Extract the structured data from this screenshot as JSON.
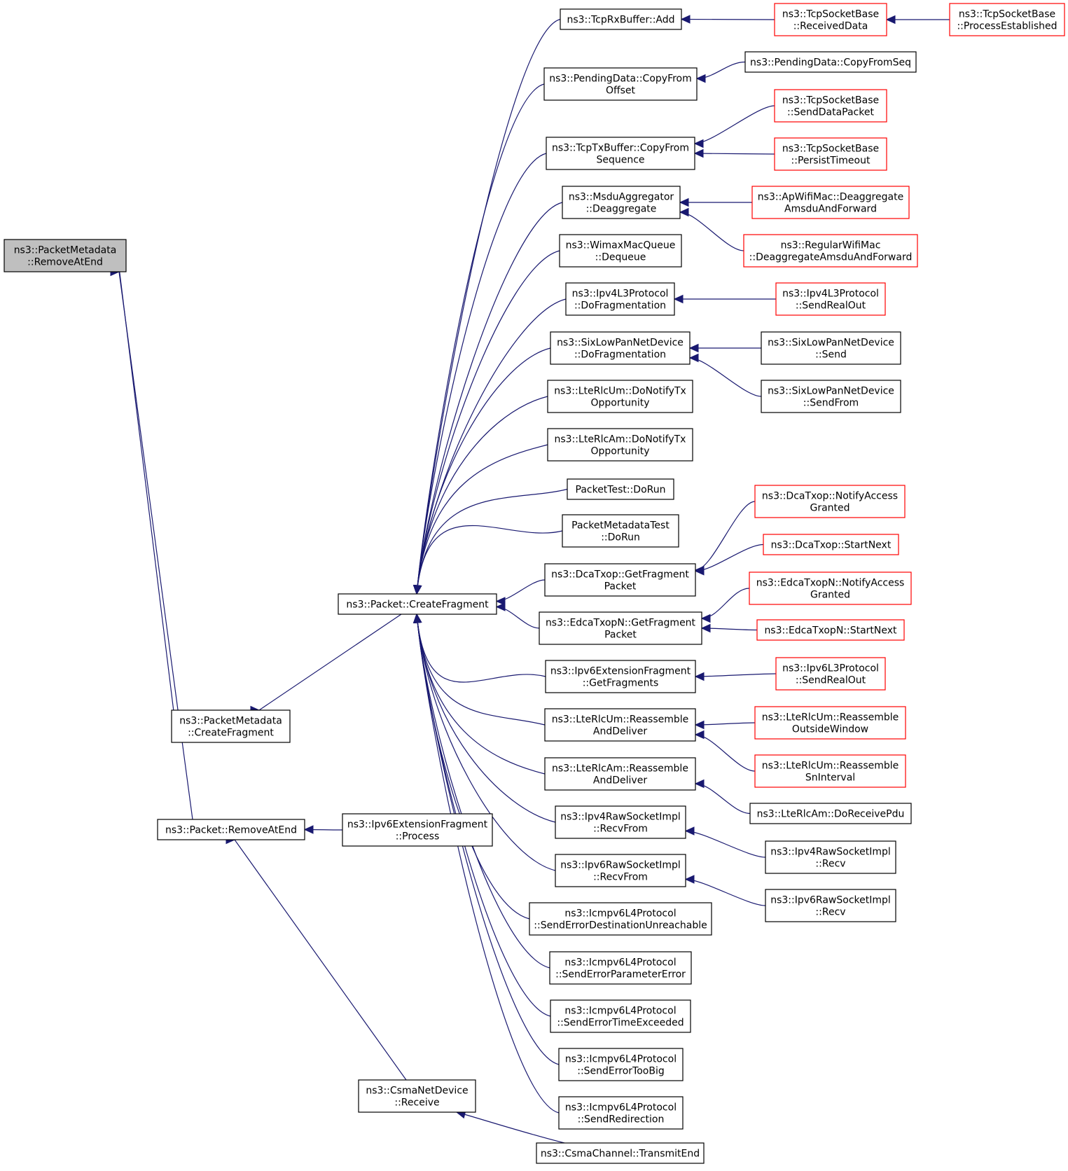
{
  "graph": {
    "colors": {
      "edge": "#191970",
      "normal_border": "#000000",
      "truncated_border": "#ff0000",
      "root_fill": "#bfbfbf"
    },
    "nodes": [
      {
        "id": "root",
        "lines": [
          "ns3::PacketMetadata",
          "::RemoveAtEnd"
        ],
        "style": "root"
      },
      {
        "id": "pm_createfrag",
        "lines": [
          "ns3::PacketMetadata",
          "::CreateFragment"
        ],
        "style": "normal"
      },
      {
        "id": "pkt_removeatend",
        "lines": [
          "ns3::Packet::RemoveAtEnd"
        ],
        "style": "normal"
      },
      {
        "id": "pkt_createfrag",
        "lines": [
          "ns3::Packet::CreateFragment"
        ],
        "style": "normal"
      },
      {
        "id": "ipv6ext_process",
        "lines": [
          "ns3::Ipv6ExtensionFragment",
          "::Process"
        ],
        "style": "normal"
      },
      {
        "id": "csma_receive",
        "lines": [
          "ns3::CsmaNetDevice",
          "::Receive"
        ],
        "style": "normal"
      },
      {
        "id": "tcprx_add",
        "lines": [
          "ns3::TcpRxBuffer::Add"
        ],
        "style": "normal"
      },
      {
        "id": "pending_copyfromoffset",
        "lines": [
          "ns3::PendingData::CopyFrom",
          "Offset"
        ],
        "style": "normal"
      },
      {
        "id": "tcptx_copyfromseq",
        "lines": [
          "ns3::TcpTxBuffer::CopyFrom",
          "Sequence"
        ],
        "style": "normal"
      },
      {
        "id": "msdu_deaggregate",
        "lines": [
          "ns3::MsduAggregator",
          "::Deaggregate"
        ],
        "style": "normal"
      },
      {
        "id": "wimax_dequeue",
        "lines": [
          "ns3::WimaxMacQueue",
          "::Dequeue"
        ],
        "style": "normal"
      },
      {
        "id": "ipv4l3_dofrag",
        "lines": [
          "ns3::Ipv4L3Protocol",
          "::DoFragmentation"
        ],
        "style": "normal"
      },
      {
        "id": "sixlow_dofrag",
        "lines": [
          "ns3::SixLowPanNetDevice",
          "::DoFragmentation"
        ],
        "style": "normal"
      },
      {
        "id": "lterlcum_donotify",
        "lines": [
          "ns3::LteRlcUm::DoNotifyTx",
          "Opportunity"
        ],
        "style": "normal"
      },
      {
        "id": "lterlcam_donotify",
        "lines": [
          "ns3::LteRlcAm::DoNotifyTx",
          "Opportunity"
        ],
        "style": "normal"
      },
      {
        "id": "packettest_dorun",
        "lines": [
          "PacketTest::DoRun"
        ],
        "style": "normal"
      },
      {
        "id": "pmtest_dorun",
        "lines": [
          "PacketMetadataTest",
          "::DoRun"
        ],
        "style": "normal"
      },
      {
        "id": "dca_getfrag",
        "lines": [
          "ns3::DcaTxop::GetFragment",
          "Packet"
        ],
        "style": "normal"
      },
      {
        "id": "edca_getfrag",
        "lines": [
          "ns3::EdcaTxopN::GetFragment",
          "Packet"
        ],
        "style": "normal"
      },
      {
        "id": "ipv6ext_getfrags",
        "lines": [
          "ns3::Ipv6ExtensionFragment",
          "::GetFragments"
        ],
        "style": "normal"
      },
      {
        "id": "lterlcum_reassemble",
        "lines": [
          "ns3::LteRlcUm::Reassemble",
          "AndDeliver"
        ],
        "style": "normal"
      },
      {
        "id": "lterlcam_reassemble",
        "lines": [
          "ns3::LteRlcAm::Reassemble",
          "AndDeliver"
        ],
        "style": "normal"
      },
      {
        "id": "ipv4raw_recvfrom",
        "lines": [
          "ns3::Ipv4RawSocketImpl",
          "::RecvFrom"
        ],
        "style": "normal"
      },
      {
        "id": "ipv6raw_recvfrom",
        "lines": [
          "ns3::Ipv6RawSocketImpl",
          "::RecvFrom"
        ],
        "style": "normal"
      },
      {
        "id": "icmp_dest_unreach",
        "lines": [
          "ns3::Icmpv6L4Protocol",
          "::SendErrorDestinationUnreachable"
        ],
        "style": "normal"
      },
      {
        "id": "icmp_param_error",
        "lines": [
          "ns3::Icmpv6L4Protocol",
          "::SendErrorParameterError"
        ],
        "style": "normal"
      },
      {
        "id": "icmp_time_exceeded",
        "lines": [
          "ns3::Icmpv6L4Protocol",
          "::SendErrorTimeExceeded"
        ],
        "style": "normal"
      },
      {
        "id": "icmp_too_big",
        "lines": [
          "ns3::Icmpv6L4Protocol",
          "::SendErrorTooBig"
        ],
        "style": "normal"
      },
      {
        "id": "icmp_redirection",
        "lines": [
          "ns3::Icmpv6L4Protocol",
          "::SendRedirection"
        ],
        "style": "normal"
      },
      {
        "id": "csmachan_transmitend",
        "lines": [
          "ns3::CsmaChannel::TransmitEnd"
        ],
        "style": "normal"
      },
      {
        "id": "tcpsock_received",
        "lines": [
          "ns3::TcpSocketBase",
          "::ReceivedData"
        ],
        "style": "truncated"
      },
      {
        "id": "tcpsock_procest",
        "lines": [
          "ns3::TcpSocketBase",
          "::ProcessEstablished"
        ],
        "style": "truncated"
      },
      {
        "id": "pending_copyfromseq",
        "lines": [
          "ns3::PendingData::CopyFromSeq"
        ],
        "style": "normal"
      },
      {
        "id": "tcpsock_senddata",
        "lines": [
          "ns3::TcpSocketBase",
          "::SendDataPacket"
        ],
        "style": "truncated"
      },
      {
        "id": "tcpsock_persist",
        "lines": [
          "ns3::TcpSocketBase",
          "::PersistTimeout"
        ],
        "style": "truncated"
      },
      {
        "id": "apwifi_deagg",
        "lines": [
          "ns3::ApWifiMac::Deaggregate",
          "AmsduAndForward"
        ],
        "style": "truncated"
      },
      {
        "id": "regwifi_deagg",
        "lines": [
          "ns3::RegularWifiMac",
          "::DeaggregateAmsduAndForward"
        ],
        "style": "truncated"
      },
      {
        "id": "ipv4l3_sendrealout",
        "lines": [
          "ns3::Ipv4L3Protocol",
          "::SendRealOut"
        ],
        "style": "truncated"
      },
      {
        "id": "sixlow_send",
        "lines": [
          "ns3::SixLowPanNetDevice",
          "::Send"
        ],
        "style": "normal"
      },
      {
        "id": "sixlow_sendfrom",
        "lines": [
          "ns3::SixLowPanNetDevice",
          "::SendFrom"
        ],
        "style": "normal"
      },
      {
        "id": "dca_notify",
        "lines": [
          "ns3::DcaTxop::NotifyAccess",
          "Granted"
        ],
        "style": "truncated"
      },
      {
        "id": "dca_startnext",
        "lines": [
          "ns3::DcaTxop::StartNext"
        ],
        "style": "truncated"
      },
      {
        "id": "edca_notify",
        "lines": [
          "ns3::EdcaTxopN::NotifyAccess",
          "Granted"
        ],
        "style": "truncated"
      },
      {
        "id": "edca_startnext",
        "lines": [
          "ns3::EdcaTxopN::StartNext"
        ],
        "style": "truncated"
      },
      {
        "id": "ipv6l3_sendrealout",
        "lines": [
          "ns3::Ipv6L3Protocol",
          "::SendRealOut"
        ],
        "style": "truncated"
      },
      {
        "id": "lterlcum_outside",
        "lines": [
          "ns3::LteRlcUm::Reassemble",
          "OutsideWindow"
        ],
        "style": "truncated"
      },
      {
        "id": "lterlcum_sninterval",
        "lines": [
          "ns3::LteRlcUm::Reassemble",
          "SnInterval"
        ],
        "style": "truncated"
      },
      {
        "id": "lterlcam_doreceive",
        "lines": [
          "ns3::LteRlcAm::DoReceivePdu"
        ],
        "style": "normal"
      },
      {
        "id": "ipv4raw_recv",
        "lines": [
          "ns3::Ipv4RawSocketImpl",
          "::Recv"
        ],
        "style": "normal"
      },
      {
        "id": "ipv6raw_recv",
        "lines": [
          "ns3::Ipv6RawSocketImpl",
          "::Recv"
        ],
        "style": "normal"
      }
    ],
    "edges": [
      [
        "pm_createfrag",
        "root"
      ],
      [
        "pkt_removeatend",
        "root"
      ],
      [
        "pkt_createfrag",
        "pm_createfrag"
      ],
      [
        "ipv6ext_process",
        "pkt_removeatend"
      ],
      [
        "csma_receive",
        "pkt_removeatend"
      ],
      [
        "csmachan_transmitend",
        "csma_receive"
      ],
      [
        "tcprx_add",
        "pkt_createfrag"
      ],
      [
        "pending_copyfromoffset",
        "pkt_createfrag"
      ],
      [
        "tcptx_copyfromseq",
        "pkt_createfrag"
      ],
      [
        "msdu_deaggregate",
        "pkt_createfrag"
      ],
      [
        "wimax_dequeue",
        "pkt_createfrag"
      ],
      [
        "ipv4l3_dofrag",
        "pkt_createfrag"
      ],
      [
        "sixlow_dofrag",
        "pkt_createfrag"
      ],
      [
        "lterlcum_donotify",
        "pkt_createfrag"
      ],
      [
        "lterlcam_donotify",
        "pkt_createfrag"
      ],
      [
        "packettest_dorun",
        "pkt_createfrag"
      ],
      [
        "pmtest_dorun",
        "pkt_createfrag"
      ],
      [
        "dca_getfrag",
        "pkt_createfrag"
      ],
      [
        "edca_getfrag",
        "pkt_createfrag"
      ],
      [
        "ipv6ext_getfrags",
        "pkt_createfrag"
      ],
      [
        "lterlcum_reassemble",
        "pkt_createfrag"
      ],
      [
        "lterlcam_reassemble",
        "pkt_createfrag"
      ],
      [
        "ipv4raw_recvfrom",
        "pkt_createfrag"
      ],
      [
        "ipv6raw_recvfrom",
        "pkt_createfrag"
      ],
      [
        "icmp_dest_unreach",
        "pkt_createfrag"
      ],
      [
        "icmp_param_error",
        "pkt_createfrag"
      ],
      [
        "icmp_time_exceeded",
        "pkt_createfrag"
      ],
      [
        "icmp_too_big",
        "pkt_createfrag"
      ],
      [
        "icmp_redirection",
        "pkt_createfrag"
      ],
      [
        "tcpsock_received",
        "tcprx_add"
      ],
      [
        "tcpsock_procest",
        "tcpsock_received"
      ],
      [
        "pending_copyfromseq",
        "pending_copyfromoffset"
      ],
      [
        "tcpsock_senddata",
        "tcptx_copyfromseq"
      ],
      [
        "tcpsock_persist",
        "tcptx_copyfromseq"
      ],
      [
        "apwifi_deagg",
        "msdu_deaggregate"
      ],
      [
        "regwifi_deagg",
        "msdu_deaggregate"
      ],
      [
        "ipv4l3_sendrealout",
        "ipv4l3_dofrag"
      ],
      [
        "sixlow_send",
        "sixlow_dofrag"
      ],
      [
        "sixlow_sendfrom",
        "sixlow_dofrag"
      ],
      [
        "dca_notify",
        "dca_getfrag"
      ],
      [
        "dca_startnext",
        "dca_getfrag"
      ],
      [
        "edca_notify",
        "edca_getfrag"
      ],
      [
        "edca_startnext",
        "edca_getfrag"
      ],
      [
        "ipv6l3_sendrealout",
        "ipv6ext_getfrags"
      ],
      [
        "lterlcum_outside",
        "lterlcum_reassemble"
      ],
      [
        "lterlcum_sninterval",
        "lterlcum_reassemble"
      ],
      [
        "lterlcam_doreceive",
        "lterlcam_reassemble"
      ],
      [
        "ipv4raw_recv",
        "ipv4raw_recvfrom"
      ],
      [
        "ipv6raw_recv",
        "ipv6raw_recvfrom"
      ]
    ]
  }
}
